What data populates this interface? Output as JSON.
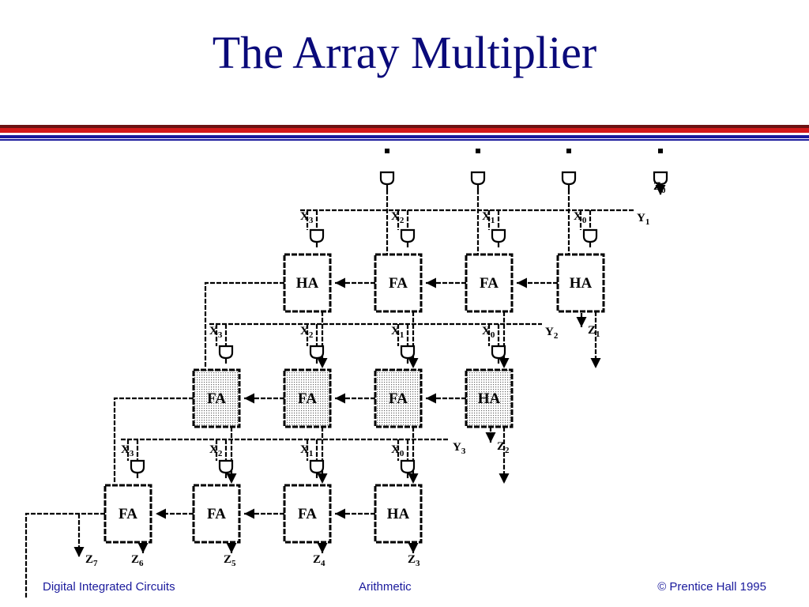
{
  "slide": {
    "title": "The Array Multiplier",
    "footer_left": "Digital Integrated Circuits",
    "footer_center": "Arithmetic",
    "footer_right": "© Prentice Hall 1995"
  },
  "diagram": {
    "rows": [
      {
        "cells": [
          "HA",
          "FA",
          "FA",
          "HA"
        ],
        "shaded": false,
        "x_labels": [
          {
            "b": "X",
            "s": "3"
          },
          {
            "b": "X",
            "s": "2"
          },
          {
            "b": "X",
            "s": "1"
          },
          {
            "b": "X",
            "s": "0"
          }
        ],
        "y_label": {
          "b": "Y",
          "s": "1"
        }
      },
      {
        "cells": [
          "FA",
          "FA",
          "FA",
          "HA"
        ],
        "shaded": true,
        "x_labels": [
          {
            "b": "X",
            "s": "3"
          },
          {
            "b": "X",
            "s": "2"
          },
          {
            "b": "X",
            "s": "1"
          },
          {
            "b": "X",
            "s": "0"
          }
        ],
        "y_label": {
          "b": "Y",
          "s": "2"
        }
      },
      {
        "cells": [
          "FA",
          "FA",
          "FA",
          "HA"
        ],
        "shaded": false,
        "x_labels": [
          {
            "b": "X",
            "s": "3"
          },
          {
            "b": "X",
            "s": "2"
          },
          {
            "b": "X",
            "s": "1"
          },
          {
            "b": "X",
            "s": "0"
          }
        ],
        "y_label": {
          "b": "Y",
          "s": "3"
        }
      }
    ],
    "outputs": [
      {
        "b": "Z",
        "s": "0"
      },
      {
        "b": "Z",
        "s": "1"
      },
      {
        "b": "Z",
        "s": "2"
      },
      {
        "b": "Z",
        "s": "3"
      },
      {
        "b": "Z",
        "s": "4"
      },
      {
        "b": "Z",
        "s": "5"
      },
      {
        "b": "Z",
        "s": "6"
      },
      {
        "b": "Z",
        "s": "7"
      }
    ]
  }
}
